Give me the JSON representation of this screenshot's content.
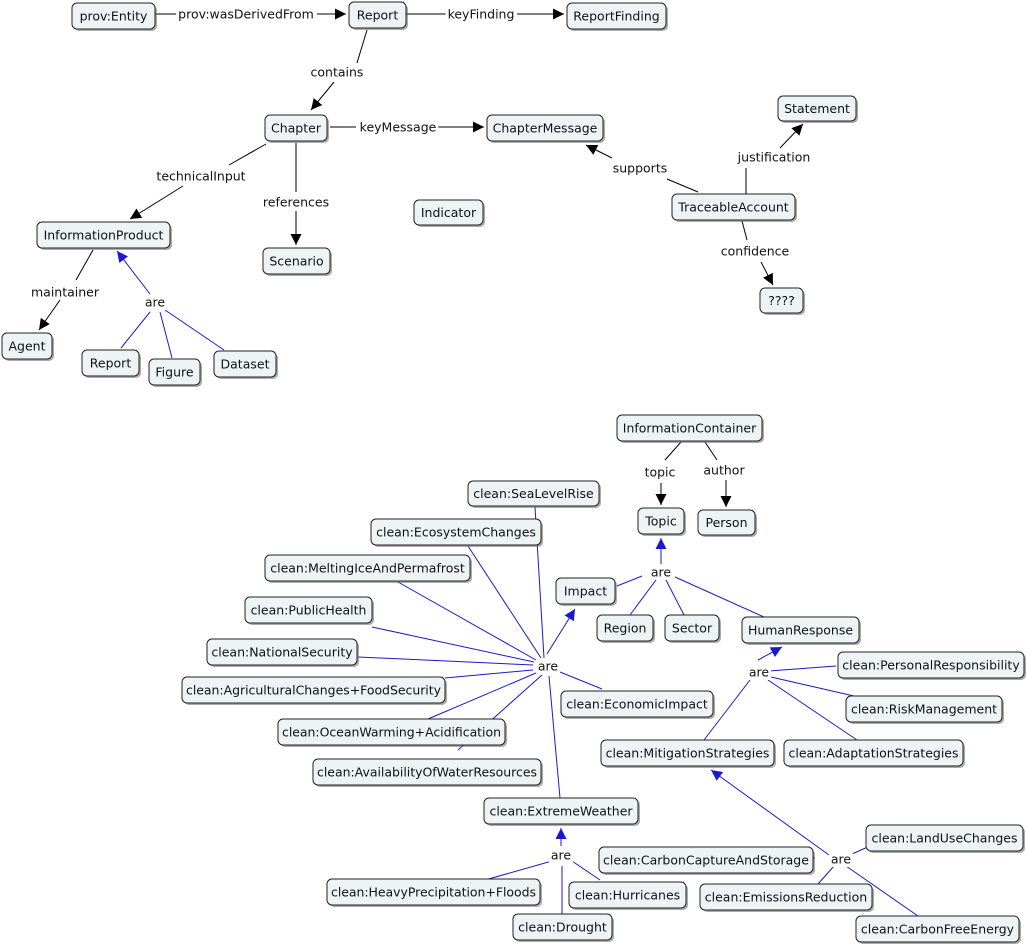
{
  "nodes": [
    {
      "id": "prov_entity",
      "label": "prov:Entity"
    },
    {
      "id": "report_top",
      "label": "Report"
    },
    {
      "id": "report_finding",
      "label": "ReportFinding"
    },
    {
      "id": "chapter",
      "label": "Chapter"
    },
    {
      "id": "chapter_message",
      "label": "ChapterMessage"
    },
    {
      "id": "statement",
      "label": "Statement"
    },
    {
      "id": "traceable_account",
      "label": "TraceableAccount"
    },
    {
      "id": "unknown",
      "label": "????"
    },
    {
      "id": "indicator",
      "label": "Indicator"
    },
    {
      "id": "information_product",
      "label": "InformationProduct"
    },
    {
      "id": "scenario",
      "label": "Scenario"
    },
    {
      "id": "agent",
      "label": "Agent"
    },
    {
      "id": "report_small",
      "label": "Report"
    },
    {
      "id": "figure",
      "label": "Figure"
    },
    {
      "id": "dataset",
      "label": "Dataset"
    },
    {
      "id": "information_container",
      "label": "InformationContainer"
    },
    {
      "id": "topic",
      "label": "Topic"
    },
    {
      "id": "person",
      "label": "Person"
    },
    {
      "id": "impact",
      "label": "Impact"
    },
    {
      "id": "region",
      "label": "Region"
    },
    {
      "id": "sector",
      "label": "Sector"
    },
    {
      "id": "human_response",
      "label": "HumanResponse"
    },
    {
      "id": "sea_level_rise",
      "label": "clean:SeaLevelRise"
    },
    {
      "id": "ecosystem_changes",
      "label": "clean:EcosystemChanges"
    },
    {
      "id": "melting_ice",
      "label": "clean:MeltingIceAndPermafrost"
    },
    {
      "id": "public_health",
      "label": "clean:PublicHealth"
    },
    {
      "id": "national_security",
      "label": "clean:NationalSecurity"
    },
    {
      "id": "agricultural_changes",
      "label": "clean:AgriculturalChanges+FoodSecurity"
    },
    {
      "id": "ocean_warming",
      "label": "clean:OceanWarming+Acidification"
    },
    {
      "id": "water_resources",
      "label": "clean:AvailabilityOfWaterResources"
    },
    {
      "id": "economic_impact",
      "label": "clean:EconomicImpact"
    },
    {
      "id": "extreme_weather",
      "label": "clean:ExtremeWeather"
    },
    {
      "id": "heavy_precipitation",
      "label": "clean:HeavyPrecipitation+Floods"
    },
    {
      "id": "hurricanes",
      "label": "clean:Hurricanes"
    },
    {
      "id": "drought",
      "label": "clean:Drought"
    },
    {
      "id": "personal_responsibility",
      "label": "clean:PersonalResponsibility"
    },
    {
      "id": "risk_management",
      "label": "clean:RiskManagement"
    },
    {
      "id": "mitigation_strategies",
      "label": "clean:MitigationStrategies"
    },
    {
      "id": "adaptation_strategies",
      "label": "clean:AdaptationStrategies"
    },
    {
      "id": "carbon_capture",
      "label": "clean:CarbonCaptureAndStorage"
    },
    {
      "id": "land_use_changes",
      "label": "clean:LandUseChanges"
    },
    {
      "id": "emissions_reduction",
      "label": "clean:EmissionsReduction"
    },
    {
      "id": "carbon_free_energy",
      "label": "clean:CarbonFreeEnergy"
    }
  ],
  "edge_labels": {
    "was_derived_from": "prov:wasDerivedFrom",
    "key_finding": "keyFinding",
    "contains": "contains",
    "key_message": "keyMessage",
    "technical_input": "technicalInput",
    "references": "references",
    "supports": "supports",
    "justification": "justification",
    "confidence": "confidence",
    "maintainer": "maintainer",
    "are_info_product": "are",
    "topic": "topic",
    "author": "author",
    "are_topic": "are",
    "are_impact": "are",
    "are_human_response": "are",
    "are_extreme_weather": "are",
    "are_mitigation": "are"
  },
  "colors": {
    "node_fill": "#eef4f6",
    "node_border": "#222222",
    "relation_edge": "#000000",
    "subclass_edge": "#1a1acc"
  }
}
